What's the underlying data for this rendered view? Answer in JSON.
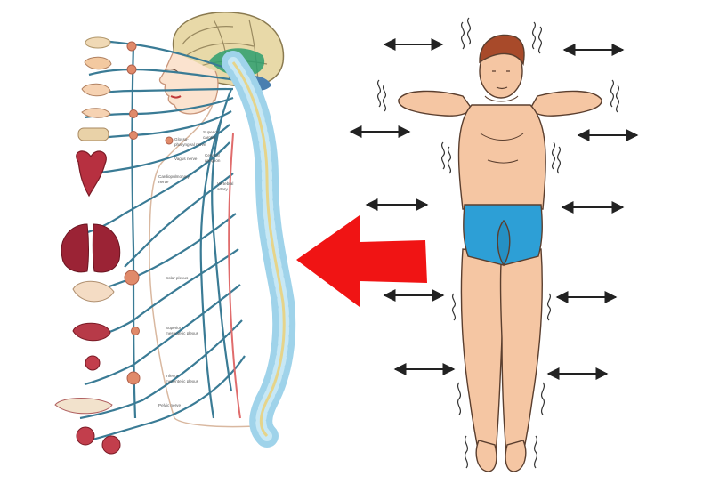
{
  "left_panel": {
    "labels": {
      "glosso": "Glosso-",
      "pharyngeal": "pharyngeal nerve",
      "vagus": "Vagus nerve",
      "cardio": "Cardiopulmonary",
      "cardio_nerve": "nerve",
      "solar": "Solar plexus",
      "superior": "Superior",
      "superior_2": "mesenteric plexus",
      "inferior": "Inferior",
      "inferior_2": "mesenteric plexus",
      "pelvic": "Pelvic nerve",
      "vertebral_artery": "Vertebral",
      "vertebral_artery_2": "artery",
      "carotid": "Superior",
      "carotid_2": "carotid",
      "cervical": "Cervical",
      "cervical_2": "ganglion"
    }
  },
  "colors": {
    "nerve": "#3a7b95",
    "spine": "#9fd3ea",
    "skin": "#f5c6a3",
    "shorts": "#2d9fd6",
    "arrow": "#f01414",
    "organ": "#9b2335"
  },
  "icons": [
    "left-arrow-icon",
    "double-arrow-icon",
    "vibration-lines-icon"
  ]
}
